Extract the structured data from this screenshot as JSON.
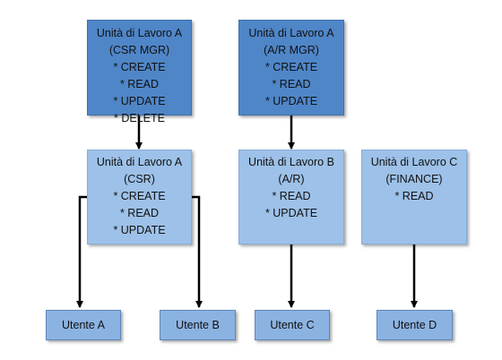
{
  "diagram": {
    "units": [
      {
        "id": "csr-mgr",
        "title": "Unità di Lavoro A",
        "role": "(CSR MGR)",
        "permissions": [
          "* CREATE",
          "* READ",
          "* UPDATE",
          "* DELETE"
        ]
      },
      {
        "id": "ar-mgr",
        "title": "Unità di Lavoro A",
        "role": "(A/R MGR)",
        "permissions": [
          "* CREATE",
          "* READ",
          "* UPDATE"
        ]
      },
      {
        "id": "csr",
        "title": "Unità di Lavoro A",
        "role": "(CSR)",
        "permissions": [
          "* CREATE",
          "* READ",
          "* UPDATE"
        ]
      },
      {
        "id": "ar",
        "title": "Unità di Lavoro B",
        "role": "(A/R)",
        "permissions": [
          "* READ",
          "* UPDATE"
        ]
      },
      {
        "id": "finance",
        "title": "Unità di Lavoro C",
        "role": "(FINANCE)",
        "permissions": [
          "* READ"
        ]
      }
    ],
    "users": [
      {
        "id": "utente-a",
        "label": "Utente A"
      },
      {
        "id": "utente-b",
        "label": "Utente B"
      },
      {
        "id": "utente-c",
        "label": "Utente C"
      },
      {
        "id": "utente-d",
        "label": "Utente D"
      }
    ],
    "edges": [
      {
        "from": "csr-mgr",
        "to": "csr"
      },
      {
        "from": "ar-mgr",
        "to": "ar"
      },
      {
        "from": "csr",
        "to": "utente-a"
      },
      {
        "from": "csr",
        "to": "utente-b"
      },
      {
        "from": "ar",
        "to": "utente-c"
      },
      {
        "from": "finance",
        "to": "utente-d"
      }
    ],
    "colors": {
      "manager_unit": "#4f86c8",
      "unit": "#9dc1e8",
      "user": "#8bb3e2",
      "connector": "#000000"
    }
  }
}
